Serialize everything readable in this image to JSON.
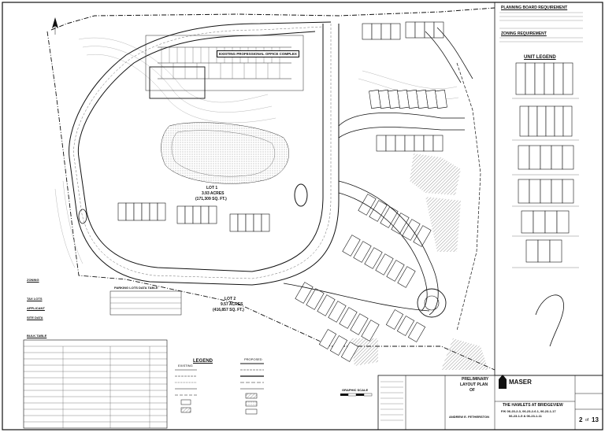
{
  "drawing": {
    "title_block": {
      "sheet_title_1": "PRELIMINARY",
      "sheet_title_2": "LAYOUT PLAN",
      "sheet_title_3": "OF",
      "project_name": "THE HAMLETS AT BRIDGEVIEW",
      "parcel_line_1": "F/K 06-23-2-3, 06-23-2-6.1, 06-23-1-17",
      "parcel_line_2": "06-23-1-5 & 06-23-1-11",
      "engineer_name": "ANDREW E. FETHERSTON",
      "sheet_number": "2",
      "sheet_of": "of",
      "sheet_total": "13",
      "firm_logo": "MASER"
    },
    "notes_panel": {
      "heading_1": "PLANNING BOARD REQUIREMENT",
      "heading_2": "ZONING REQUIREMENT",
      "unit_legend_title": "UNIT LEGEND"
    },
    "lot_labels": {
      "lot1_title": "LOT 1",
      "lot1_acres": "3.93 ACRES",
      "lot1_sqft": "(171,309 SQ. FT.)",
      "lot2_title": "LOT 2",
      "lot2_acres": "9.57 ACRES",
      "lot2_sqft": "(416,857 SQ. FT.)",
      "existing_building": "EXISTING PROFESSIONAL OFFICE COMPLEX"
    },
    "legend": {
      "title": "LEGEND",
      "existing_header": "EXISTING",
      "proposed_header": "PROPOSED"
    },
    "left_panel": {
      "zoning_title": "ZONING",
      "tax_lots_title": "TAX LOTS",
      "applicant_title": "APPLICANT",
      "site_data_title": "SITE DATA",
      "bulk_table_title": "BULK TABLE"
    },
    "parking_table_title": "PARKING LOTS DATA TABLE",
    "scale_label": "GRAPHIC SCALE",
    "north_arrow": "north-arrow"
  }
}
